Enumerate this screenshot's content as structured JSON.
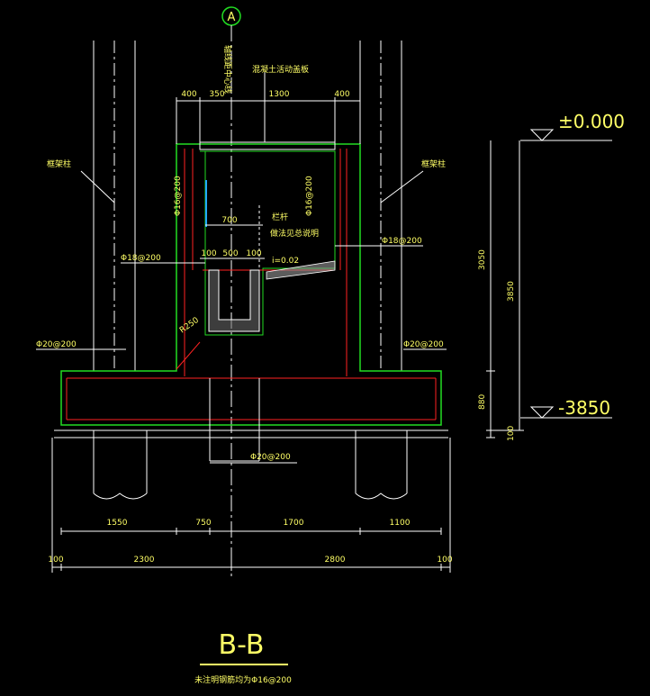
{
  "axis_marker": "A",
  "axis_label": "轴线距中心线",
  "cover_label": "混凝土活动盖板",
  "top_dims": [
    "400",
    "350",
    "1300",
    "400"
  ],
  "level_top": "±0.000",
  "level_bottom": "-3850",
  "left_column_label": "框架柱",
  "right_column_label": "框架柱",
  "rebar": {
    "left_wall": "Φ16@200",
    "right_wall": "Φ16@200",
    "left_mid": "Φ18@200",
    "right_mid": "Φ18@200",
    "left_base": "Φ20@200",
    "right_base": "Φ20@200",
    "bottom": "Φ20@200"
  },
  "inner_dim": "700",
  "railing_label": "栏杆",
  "railing_note": "做法见总说明",
  "trench_dims": [
    "100",
    "500",
    "100"
  ],
  "slope": "i=0.02",
  "radius": "R250",
  "right_dims": [
    "3050",
    "3850",
    "880",
    "100"
  ],
  "bottom_dims_row1": [
    "1550",
    "750",
    "1700",
    "1100"
  ],
  "bottom_dims_row2": [
    "100",
    "2300",
    "2800",
    "100"
  ],
  "section_title": "B-B",
  "footnote": "未注明钢筋均为Φ16@200",
  "colors": {
    "background": "#000000",
    "text": "#ffff66",
    "concrete_outline": "#22dd22",
    "rebar": "#ff2222",
    "lines": "#ffffff",
    "accent": "#22aaff"
  }
}
